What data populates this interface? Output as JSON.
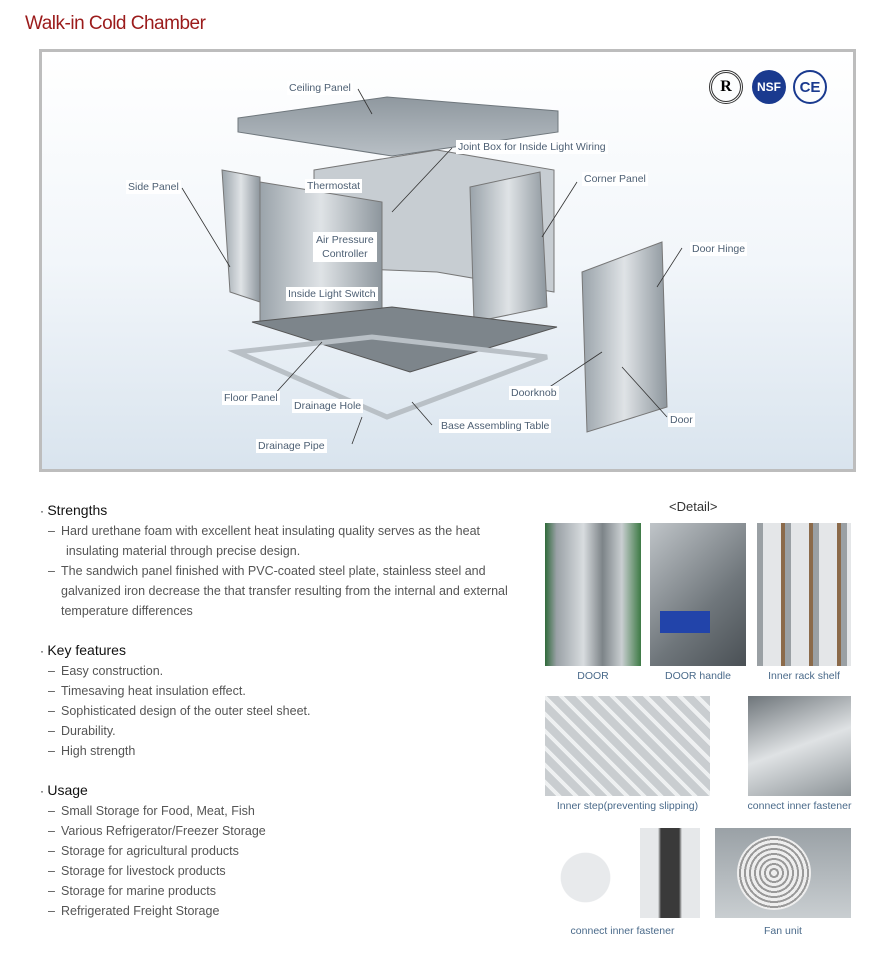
{
  "title": "Walk-in Cold Chamber",
  "diagram": {
    "certifications": [
      "R",
      "NSF",
      "CE"
    ],
    "labels": {
      "ceiling_panel": "Ceiling Panel",
      "joint_box": "Joint Box for Inside Light Wiring",
      "side_panel": "Side Panel",
      "thermostat": "Thermostat",
      "corner_panel": "Corner Panel",
      "air_pressure_1": "Air Pressure",
      "air_pressure_2": "Controller",
      "door_hinge": "Door Hinge",
      "inside_light_switch": "Inside Light Switch",
      "doorknob": "Doorknob",
      "floor_panel": "Floor Panel",
      "drainage_hole": "Drainage Hole",
      "door": "Door",
      "base_table": "Base Assembling Table",
      "drainage_pipe": "Drainage Pipe"
    }
  },
  "strengths": {
    "heading": "Strengths",
    "items": [
      {
        "line1": "Hard urethane foam with excellent heat insulating quality serves as the heat",
        "cont": [
          "insulating  material through precise design."
        ]
      },
      {
        "line1": "The sandwich panel finished with PVC-coated steel plate, stainless steel and",
        "cont": [
          "galvanized iron decrease the that transfer resulting from the internal and external",
          "temperature differences"
        ]
      }
    ]
  },
  "key_features": {
    "heading": "Key features",
    "items": [
      "Easy construction.",
      "Timesaving heat insulation effect.",
      "Sophisticated design of the outer steel sheet.",
      "Durability.",
      "High strength"
    ]
  },
  "usage": {
    "heading": "Usage",
    "items": [
      "Small Storage for Food, Meat, Fish",
      "Various Refrigerator/Freezer Storage",
      "Storage for agricultural products",
      "Storage for livestock products",
      "Storage for marine products",
      "Refrigerated Freight Storage"
    ]
  },
  "detail": {
    "heading": "<Detail>",
    "photos": [
      "DOOR",
      "DOOR handle",
      "Inner rack shelf",
      "Inner step(preventing slipping)",
      "connect inner fastener",
      "connect inner fastener",
      "Fan unit"
    ]
  }
}
